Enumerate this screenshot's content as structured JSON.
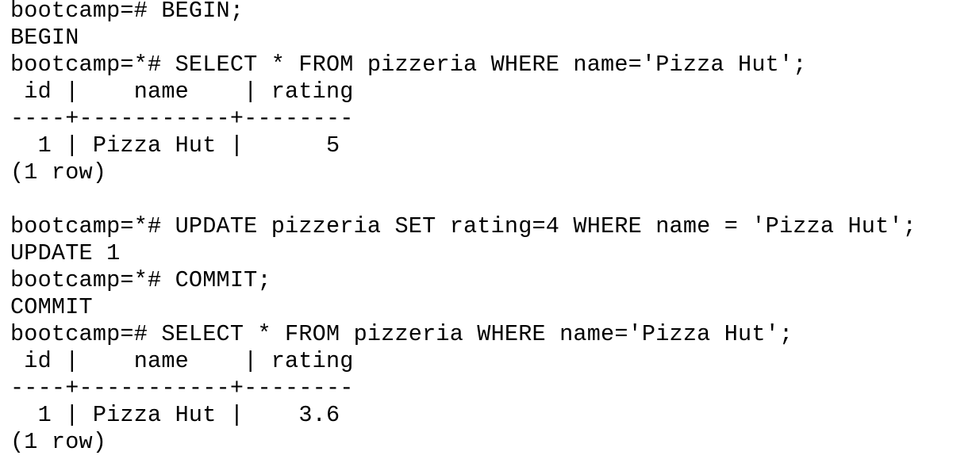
{
  "terminal": {
    "lines": [
      "bootcamp=# BEGIN;",
      "BEGIN",
      "bootcamp=*# SELECT * FROM pizzeria WHERE name='Pizza Hut';",
      " id |    name    | rating",
      "----+-----------+--------",
      "  1 | Pizza Hut |      5",
      "(1 row)",
      "",
      "bootcamp=*# UPDATE pizzeria SET rating=4 WHERE name = 'Pizza Hut';",
      "UPDATE 1",
      "bootcamp=*# COMMIT;",
      "COMMIT",
      "bootcamp=# SELECT * FROM pizzeria WHERE name='Pizza Hut';",
      " id |    name    | rating",
      "----+-----------+--------",
      "  1 | Pizza Hut |    3.6",
      "(1 row)"
    ]
  }
}
